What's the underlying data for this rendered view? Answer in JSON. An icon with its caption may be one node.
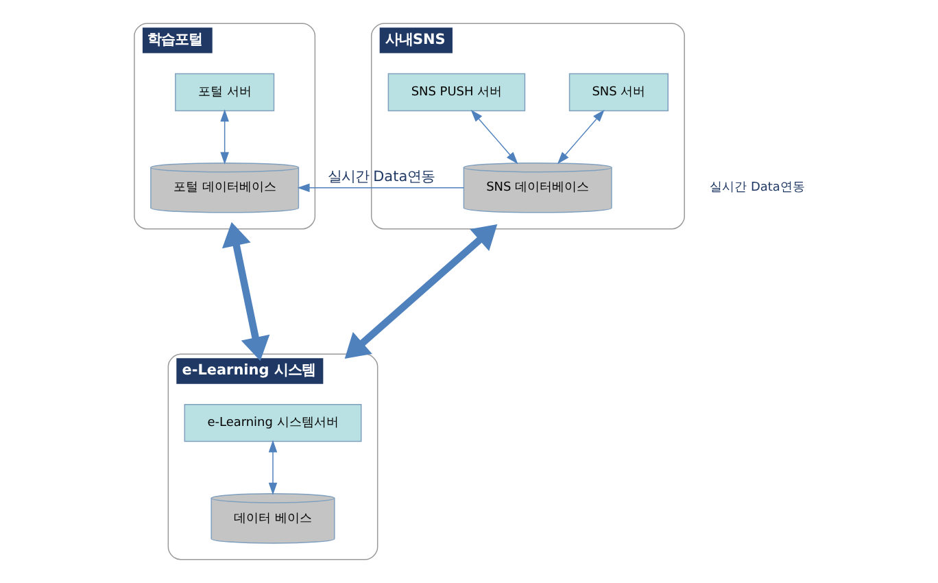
{
  "diagram": {
    "nodes": [
      {
        "text": [
          "학습포털"
        ]
      },
      {
        "text": [
          "포털 서버"
        ],
        "in": 0
      },
      {
        "text": [
          "포털 데이터베이스"
        ],
        "in": 0
      },
      {
        "text": [
          "사내SNS"
        ]
      },
      {
        "text": [
          "SNS 서버"
        ],
        "in": 3
      },
      {
        "text": [
          "SNS PUSH 서버"
        ],
        "in": 3
      },
      {
        "text": [
          "SNS 데이터베이스"
        ],
        "in": 3
      },
      {
        "text": [
          "e-Learning 시스템"
        ]
      },
      {
        "text": [
          "e-Learning 시스템서버"
        ],
        "in": 7
      },
      {
        "text": [
          "데이터 베이스"
        ],
        "in": 7
      }
    ],
    "edges": [
      {
        "from": 1,
        "to": 2,
        "arrow": "both"
      },
      {
        "from": 4,
        "to": 6,
        "arrow": "both"
      },
      {
        "from": 5,
        "to": 6,
        "arrow": "both"
      },
      {
        "from": 6,
        "to": 2,
        "arrow": "to",
        "label": "실시간 Data연동"
      },
      {
        "from": 0,
        "to": 7,
        "arrow": "both",
        "style": "thick"
      },
      {
        "from": 3,
        "to": 7,
        "arrow": "both",
        "style": "thick"
      },
      {
        "from": 8,
        "to": 9,
        "arrow": "both"
      }
    ],
    "labels": [
      "실시간 Data연동"
    ]
  }
}
